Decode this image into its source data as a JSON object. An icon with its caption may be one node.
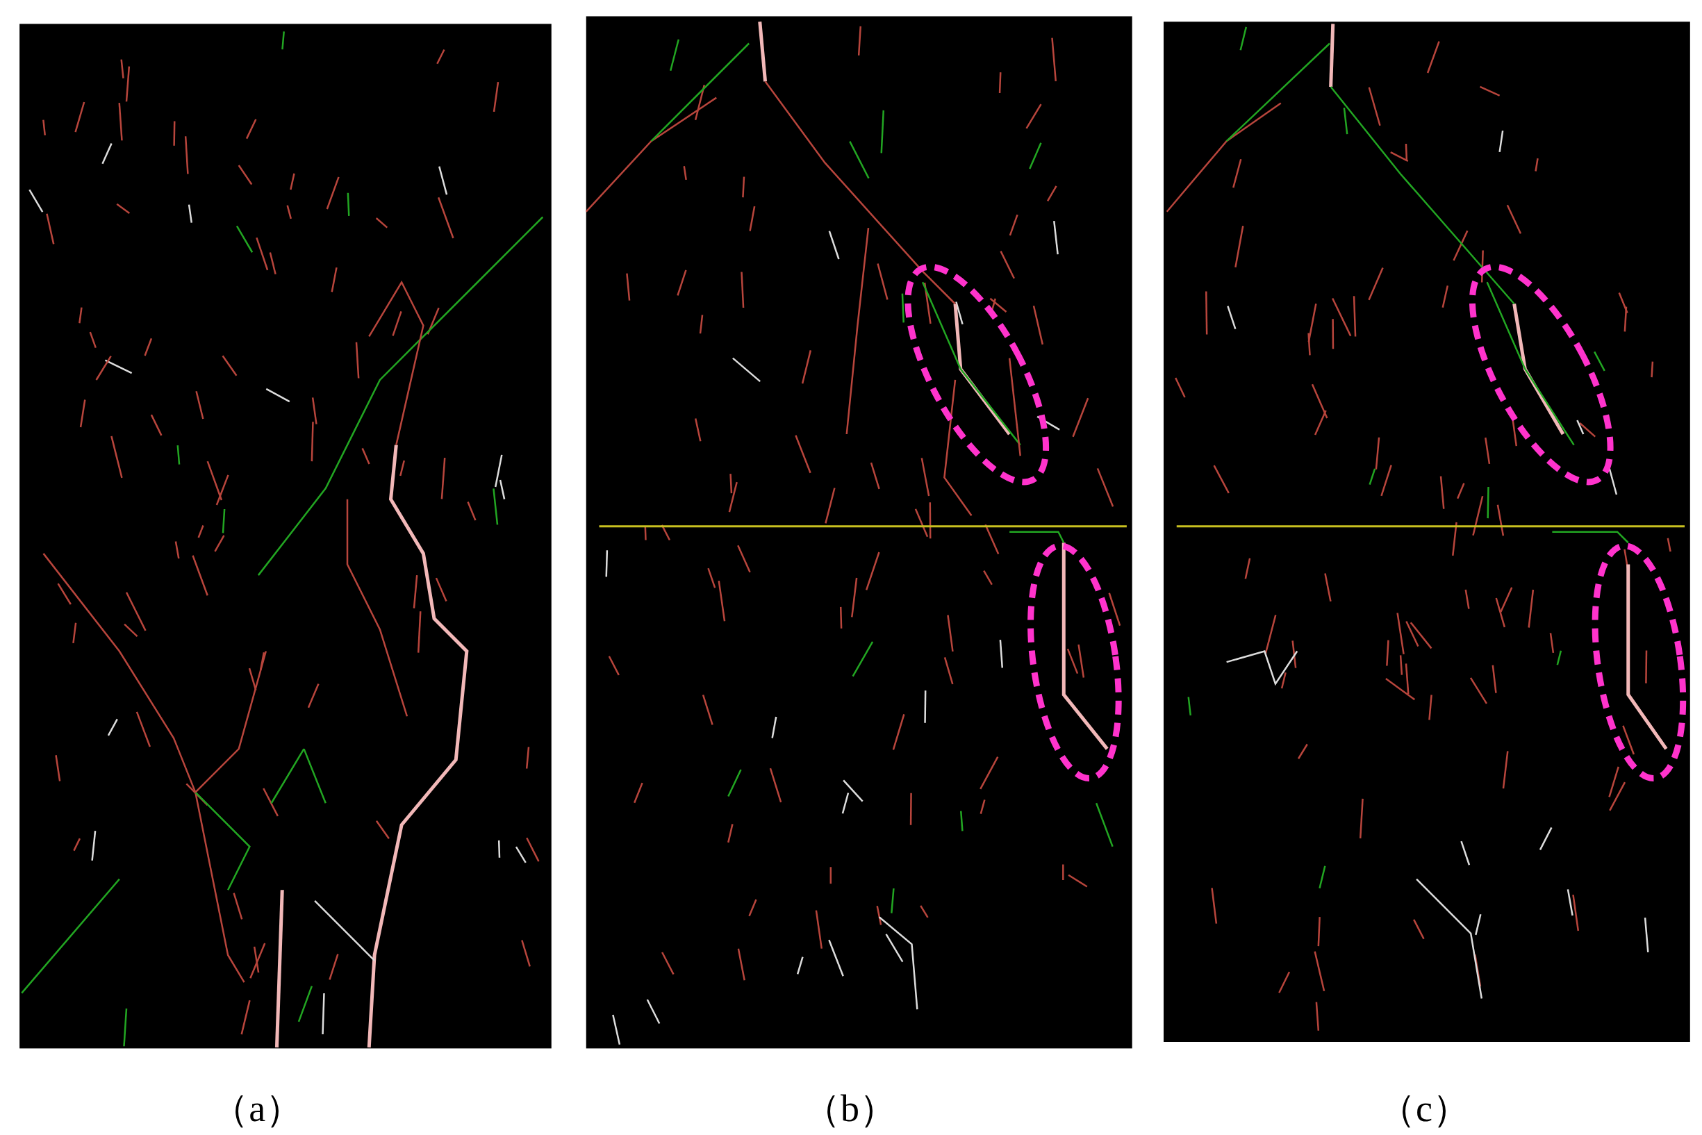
{
  "diagram": {
    "labels": [
      "（a）",
      "（b）",
      "（c）"
    ]
  }
}
